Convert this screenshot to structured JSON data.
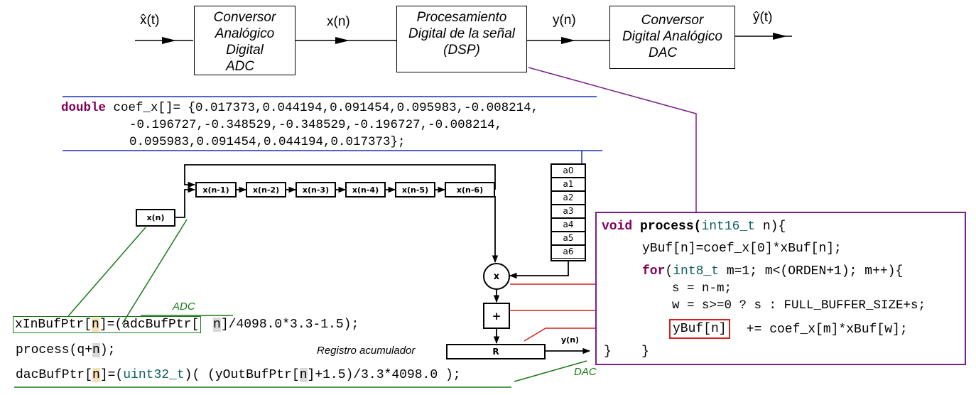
{
  "signal_chain": {
    "input_signal": "x̂(t)",
    "adc_block": [
      "Conversor",
      "Analógico",
      "Digital",
      "ADC"
    ],
    "xn_signal": "x(n)",
    "dsp_block": [
      "Procesamiento",
      "Digital de la señal",
      "(DSP)"
    ],
    "yn_signal": "y(n)",
    "dac_block": [
      "Conversor",
      "Digital Analógico",
      "DAC"
    ],
    "output_signal": "ŷ(t)"
  },
  "coefficients": {
    "keyword": "double",
    "line1": " coef_x[]= {0.017373,0.044194,0.091454,0.095983,-0.008214,",
    "line2": "-0.196727,-0.348529,-0.348529,-0.196727,-0.008214,",
    "line3": "0.095983,0.091454,0.044194,0.017373};"
  },
  "filter_diagram": {
    "input_register": "x(n)",
    "delay_registers": [
      "x(n-1)",
      "x(n-2)",
      "x(n-3)",
      "x(n-4)",
      "x(n-5)",
      "x(n-6)"
    ],
    "coef_labels": [
      "a0",
      "a1",
      "a2",
      "a3",
      "a4",
      "a5",
      "a6"
    ],
    "multiplier": "x",
    "adder": "+",
    "accumulator": "R",
    "output": "y(n)",
    "accumulator_caption": "Registro acumulador"
  },
  "main_code": {
    "line1": {
      "a": "xInBufPtr[",
      "n": "n",
      "b": "]=(adcBufPtr[",
      "n2": "n",
      "c": "]/4098.0*3.3-1.5);"
    },
    "line2": {
      "a": "process(q+",
      "n": "n",
      "b": ");"
    },
    "line3": {
      "a": "dacBufPtr[",
      "n": "n",
      "b": "]=(",
      "type": "uint32_t",
      "c": ")( (yOutBufPtr[",
      "n2": "n",
      "d": "]+1.5)/3.3*4098.0 );"
    },
    "adc_note": "ADC",
    "dac_note": "DAC"
  },
  "process_code": {
    "l1_kw": "void",
    "l1_fn": " process(",
    "l1_type": "int16_t",
    "l1_rest": " n){",
    "l2": "yBuf[n]=coef_x[0]*xBuf[n];",
    "l3_kw": "for",
    "l3_a": "(",
    "l3_type": "int8_t",
    "l3_rest": " m=1; m<(ORDEN+1); m++){",
    "l4": "s = n-m;",
    "l5": "w = s>=0 ? s : FULL_BUFFER_SIZE+s;",
    "l6_box": "yBuf[n]",
    "l6_rest": " += coef_x[m]*xBuf[w];",
    "l7_a": "}",
    "l7_b": "}"
  },
  "colors": {
    "keyword": "#7f0055",
    "type": "#0f5f5f",
    "blue_rule": "#1f2fb5",
    "purple": "#7b1f8a",
    "red": "#d42020",
    "green": "#1a7a1a",
    "n_highlight": "#f6dfb8",
    "n_gray": "#d9d9d9"
  }
}
